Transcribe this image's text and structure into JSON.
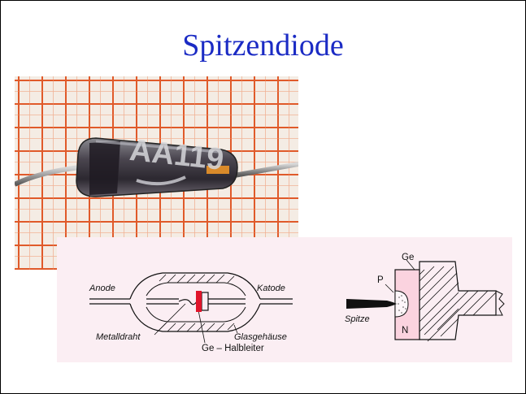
{
  "slide": {
    "title": "Spitzendiode"
  },
  "photo": {
    "marking": "AA119"
  },
  "diagram_left": {
    "anode_label": "Anode",
    "cathode_label": "Katode",
    "wire_label": "Metalldraht",
    "housing_label": "Glasgehäuse",
    "semiconductor_label": "Ge – Halbleiter"
  },
  "diagram_right": {
    "ge_label": "Ge",
    "p_label": "P",
    "n_label": "N",
    "tip_label": "Spitze"
  },
  "colors": {
    "title": "#1b2bc4",
    "grid": "#e05a2a",
    "semiconductor": "#e0142a",
    "panel": "#fbeef3"
  }
}
